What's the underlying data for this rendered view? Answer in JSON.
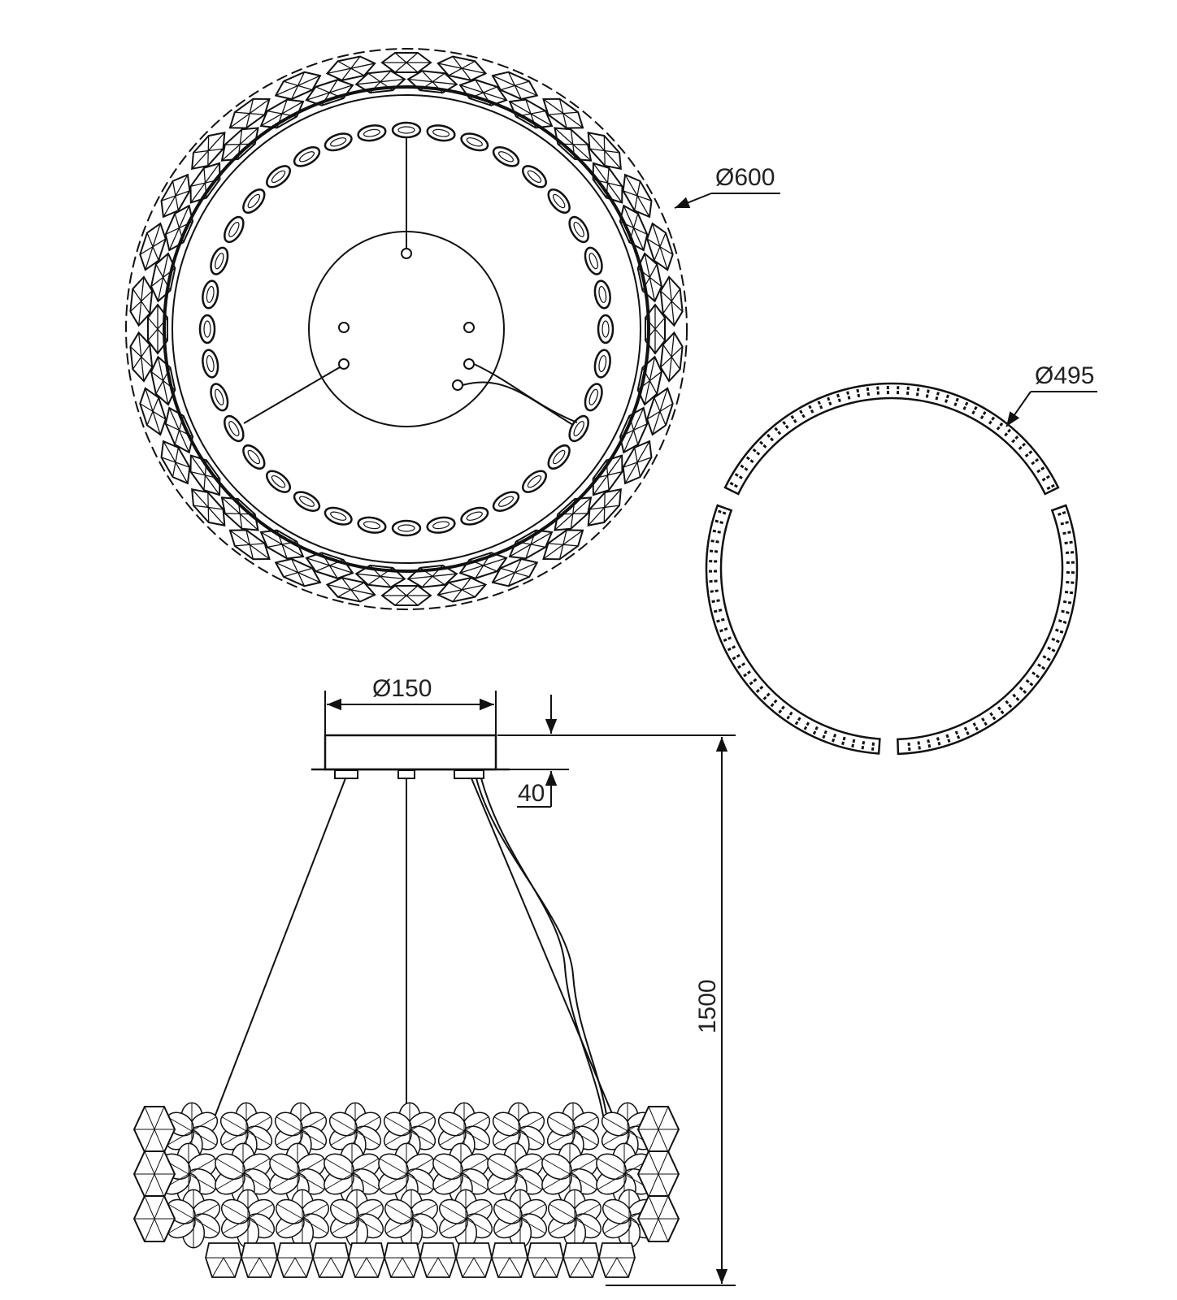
{
  "dimensions": {
    "top_diameter": "Ø600",
    "led_ring_diameter": "Ø495",
    "canopy_diameter": "Ø150",
    "canopy_height": "40",
    "overall_height": "1500"
  },
  "colors": {
    "line": "#111111",
    "background": "#ffffff"
  }
}
